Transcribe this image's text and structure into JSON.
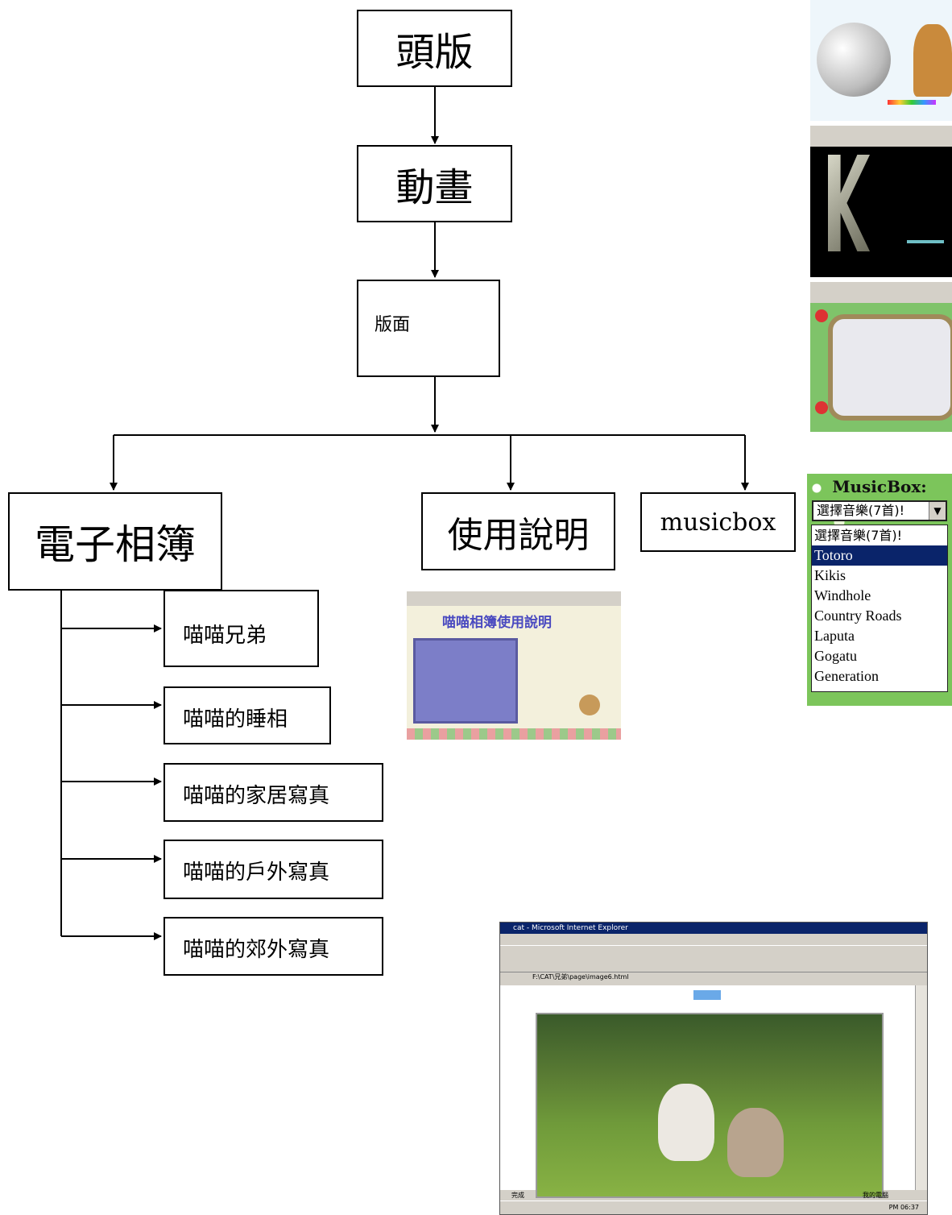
{
  "diagram": {
    "nodes": {
      "front_page": "頭版",
      "animation": "動畫",
      "layout": "版面",
      "album": "電子相簿",
      "usage": "使用說明",
      "musicbox": "musicbox",
      "album_items": [
        "喵喵兄弟",
        "喵喵的睡相",
        "喵喵的家居寫真",
        "喵喵的戶外寫真",
        "喵喵的郊外寫真"
      ]
    }
  },
  "musicbox_widget": {
    "title": "MusicBox:",
    "selected": "選擇音樂(7首)!",
    "options": [
      "選擇音樂(7首)!",
      "Totoro",
      "Kikis",
      "Windhole",
      "Country Roads",
      "Laputa",
      "Gogatu",
      "Generation"
    ],
    "highlighted_option": "Totoro"
  },
  "usage_thumb": {
    "heading": "喵喵相簿使用說明"
  },
  "browser": {
    "title": "cat - Microsoft Internet Explorer",
    "address": "F:\\CAT\\兄弟\\page\\image6.html",
    "status": "完成",
    "zone": "我的電腦",
    "clock": "PM 06:37"
  }
}
